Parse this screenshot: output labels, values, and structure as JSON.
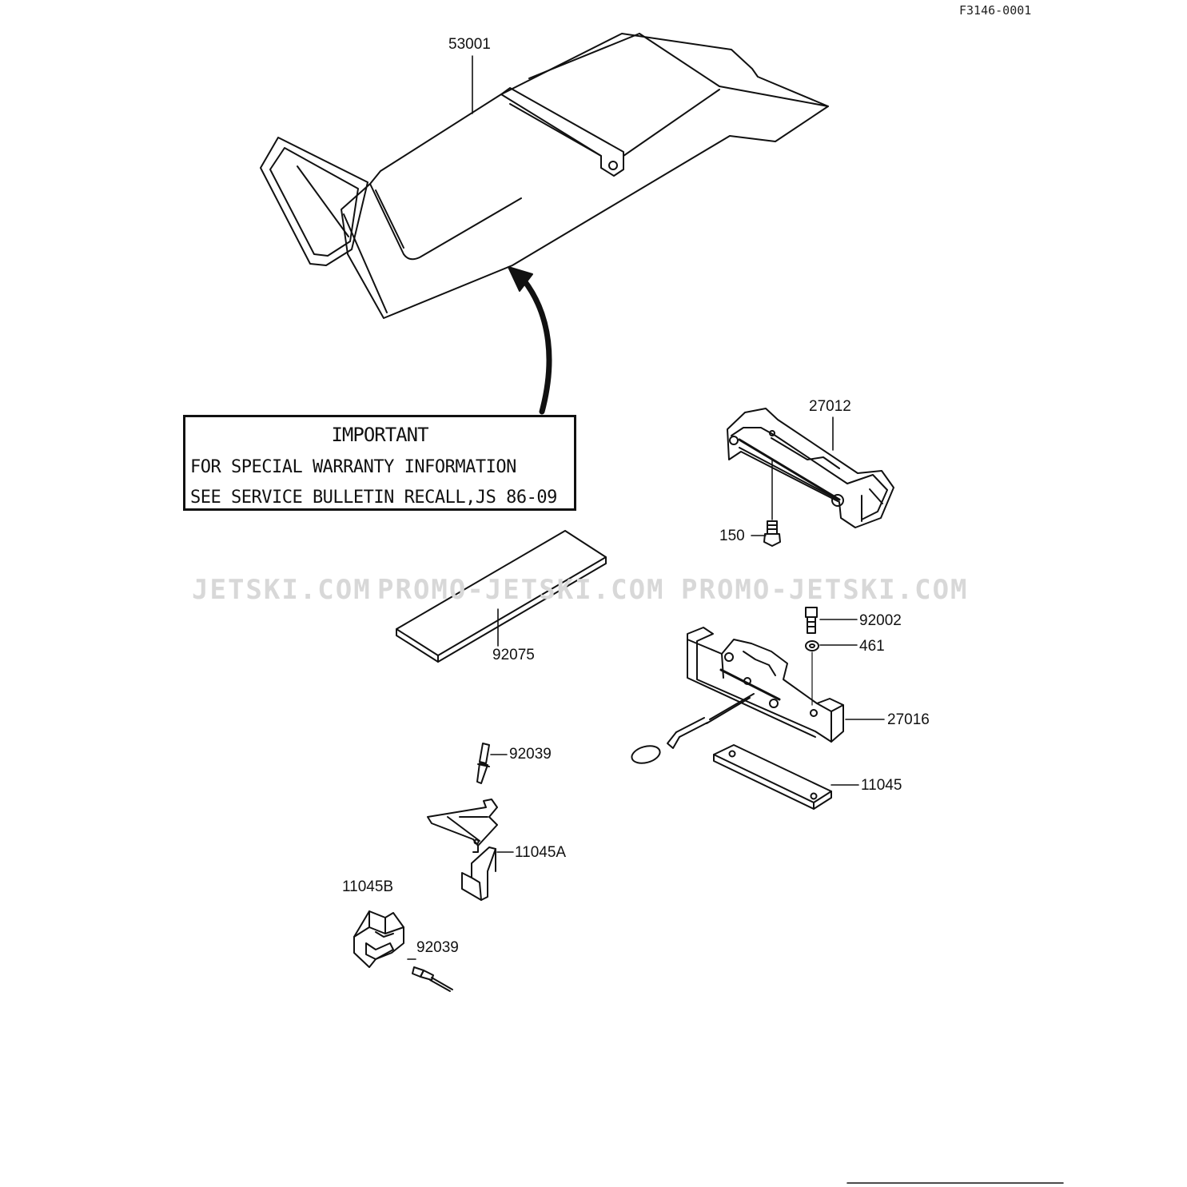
{
  "document": {
    "id": "F3146-0001"
  },
  "watermark": {
    "left": "JETSKI.COM",
    "middle": "PROMO-JETSKI.COM",
    "right": "PROMO-JETSKI.COM"
  },
  "notice": {
    "title": "IMPORTANT",
    "line1": "FOR SPECIAL WARRANTY INFORMATION",
    "line2": "SEE SERVICE BULLETIN RECALL,JS 86-09"
  },
  "parts": {
    "seat": "53001",
    "latch_upper": "27012",
    "bolt_small": "150",
    "pad": "92075",
    "bolt": "92002",
    "washer": "461",
    "latch_lower": "27016",
    "rivet_upper": "92039",
    "plate": "11045",
    "bracket": "11045A",
    "clip": "11045B",
    "rivet_lower": "92039"
  },
  "colors": {
    "ink": "#111111",
    "watermark": "#d8d8d8",
    "paper": "#ffffff"
  }
}
